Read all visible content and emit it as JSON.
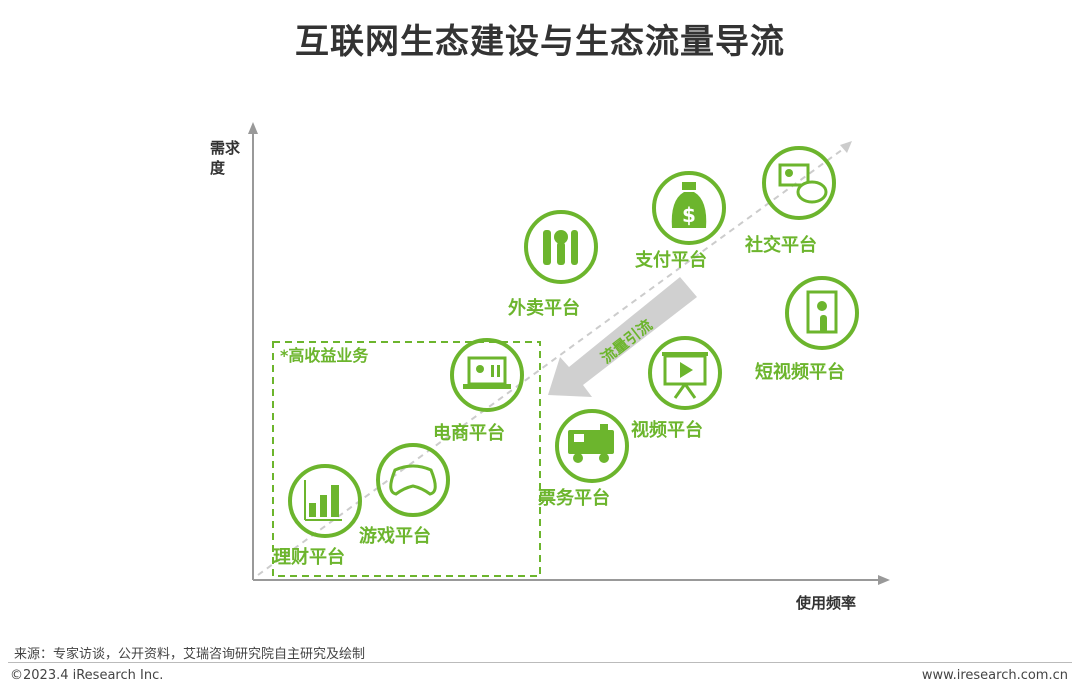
{
  "title": "互联网生态建设与生态流量导流",
  "axes": {
    "y_label_1": "需求",
    "y_label_2": "度",
    "x_label": "使用频率"
  },
  "box_label": "*高收益业务",
  "arrow_label": "流量引流",
  "nodes": [
    {
      "label": "外卖平台",
      "icon": "cutlery-icon"
    },
    {
      "label": "支付平台",
      "icon": "money-bag-icon"
    },
    {
      "label": "社交平台",
      "icon": "chat-profile-icon"
    },
    {
      "label": "短视频平台",
      "icon": "tablet-touch-icon"
    },
    {
      "label": "视频平台",
      "icon": "video-screen-icon"
    },
    {
      "label": "票务平台",
      "icon": "train-icon"
    },
    {
      "label": "电商平台",
      "icon": "laptop-shop-icon"
    },
    {
      "label": "游戏平台",
      "icon": "gamepad-icon"
    },
    {
      "label": "理财平台",
      "icon": "bar-chart-icon"
    }
  ],
  "colors": {
    "accent": "#6cb52d",
    "axis": "#999999",
    "arrow": "#d0d0d0"
  },
  "footer": {
    "source": "来源：专家访谈，公开资料，艾瑞咨询研究院自主研究及绘制",
    "copyright": "©2023.4 iResearch Inc.",
    "website": "www.iresearch.com.cn"
  }
}
